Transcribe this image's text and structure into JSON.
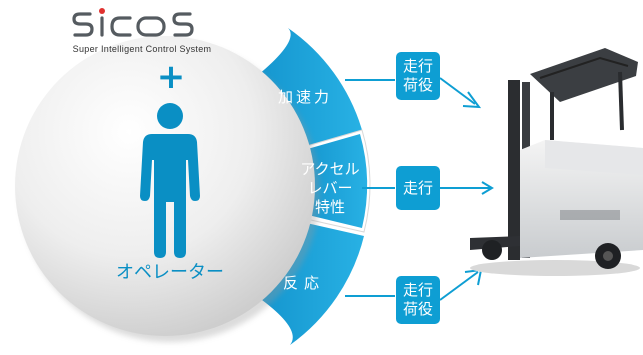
{
  "logo": {
    "name": "sicos",
    "subtitle": "Super Intelligent Control System"
  },
  "plus_sign": "+",
  "operator": {
    "label": "オペレーター"
  },
  "segments": [
    {
      "label": "加速力"
    },
    {
      "label_lines": [
        "アクセル",
        "レバー",
        "特性"
      ]
    },
    {
      "label": "反応"
    }
  ],
  "outputs": [
    {
      "lines": [
        "走行",
        "荷役"
      ]
    },
    {
      "lines": [
        "走行"
      ]
    },
    {
      "lines": [
        "走行",
        "荷役"
      ]
    }
  ],
  "colors": {
    "accent": "#0a8fc4",
    "segment": "#1aa3d8",
    "box": "#0e9ed3",
    "logo_red": "#e0312f",
    "logo_gray": "#555b60"
  }
}
